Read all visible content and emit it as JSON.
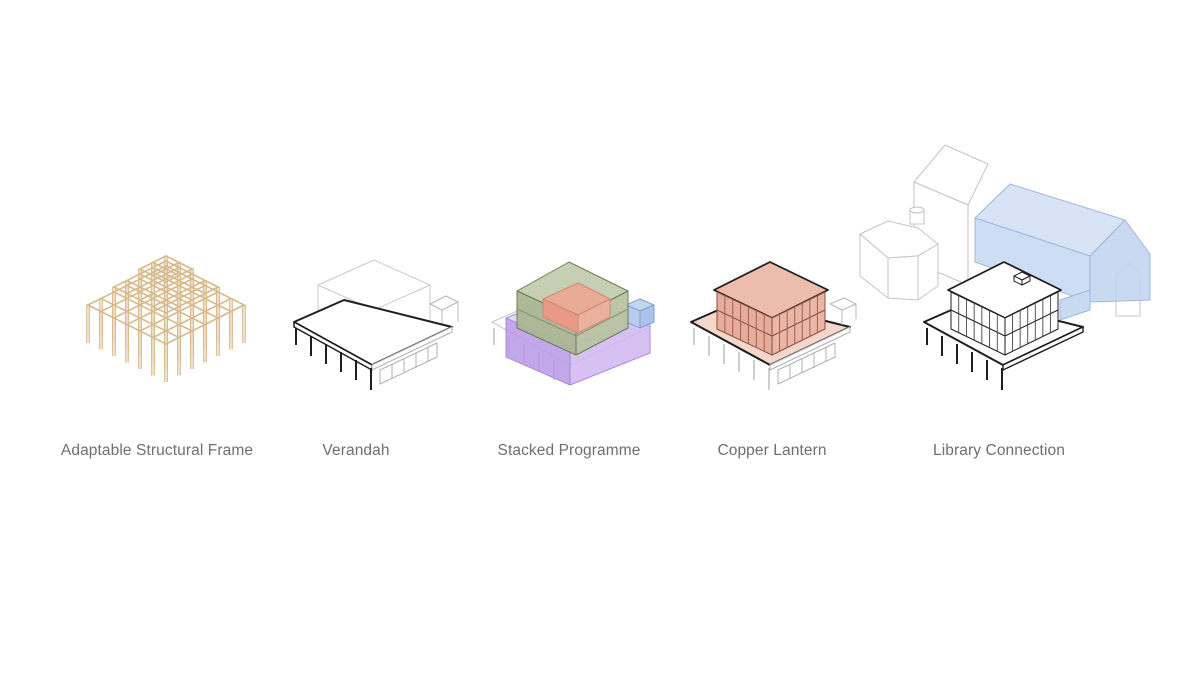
{
  "diagrams": [
    {
      "label": "Adaptable Structural Frame",
      "icon": "timber-frame-icon"
    },
    {
      "label": "Verandah",
      "icon": "verandah-icon"
    },
    {
      "label": "Stacked Programme",
      "icon": "stacked-programme-icon"
    },
    {
      "label": "Copper Lantern",
      "icon": "copper-lantern-icon"
    },
    {
      "label": "Library Connection",
      "icon": "library-connection-icon"
    }
  ],
  "colors": {
    "timber": "#d8b98a",
    "outline": "#1e1e1e",
    "ghost": "#c9c9c9",
    "programme_green": "#b4c0a0",
    "programme_salmon": "#e9a38f",
    "programme_purple": "#c4a6ea",
    "programme_blue": "#aec8ea",
    "copper": "#e8b7a6",
    "library_blue": "#c9d9f1",
    "caption": "#6f6f6f"
  }
}
